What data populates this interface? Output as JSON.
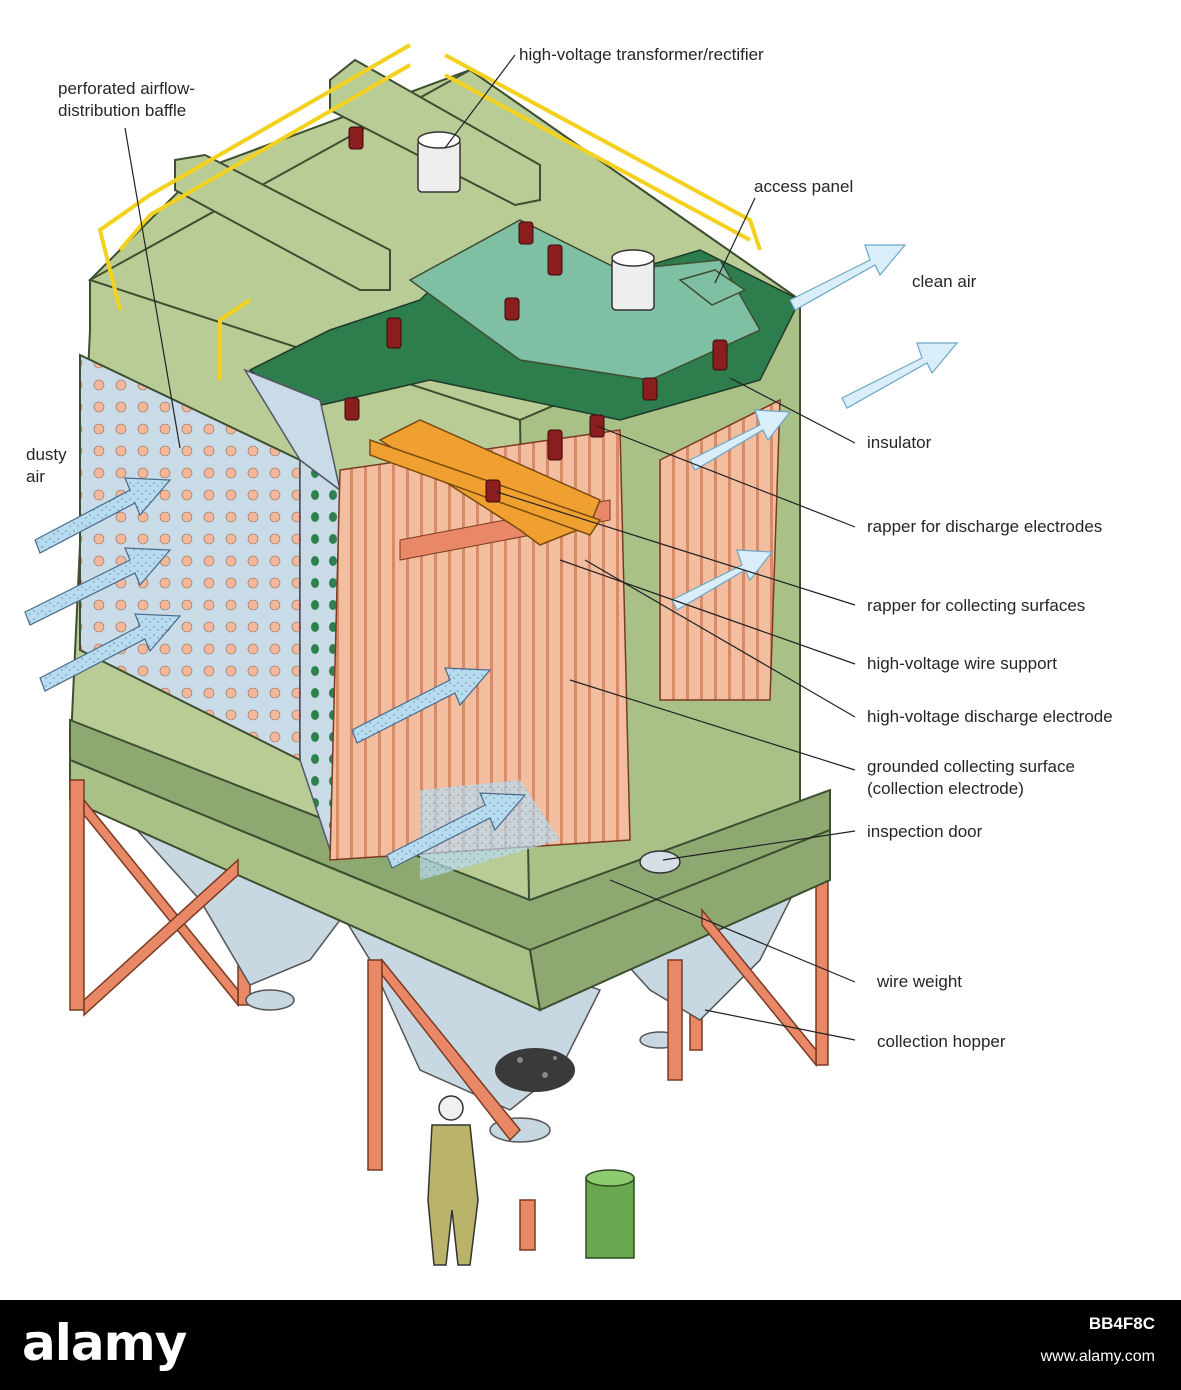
{
  "labels": {
    "transformer": "high-voltage transformer/rectifier",
    "baffle": "perforated airflow-\ndistribution baffle",
    "access_panel": "access panel",
    "clean_air": "clean air",
    "dusty_air": "dusty\nair",
    "insulator": "insulator",
    "rapper_discharge": "rapper for discharge electrodes",
    "rapper_collecting": "rapper for collecting surfaces",
    "wire_support": "high-voltage wire support",
    "discharge_electrode": "high-voltage discharge electrode",
    "collecting_surface": "grounded collecting surface\n(collection electrode)",
    "inspection_door": "inspection door",
    "wire_weight": "wire weight",
    "collection_hopper": "collection hopper"
  },
  "watermark": {
    "logo": "alamy",
    "image_id": "BB4F8C",
    "site": "www.alamy.com"
  },
  "colors": {
    "housing": "#b9cc96",
    "housing_dark": "#8ea872",
    "roof_cut": "#7fbfa4",
    "collecting_plate": "#f2b89a",
    "support_frame": "#e98866",
    "baffle": "#c9dbe6",
    "railing": "#f2d21e",
    "airflow_arrow": "#a9d8f0",
    "hopper": "#c7d8e2"
  }
}
